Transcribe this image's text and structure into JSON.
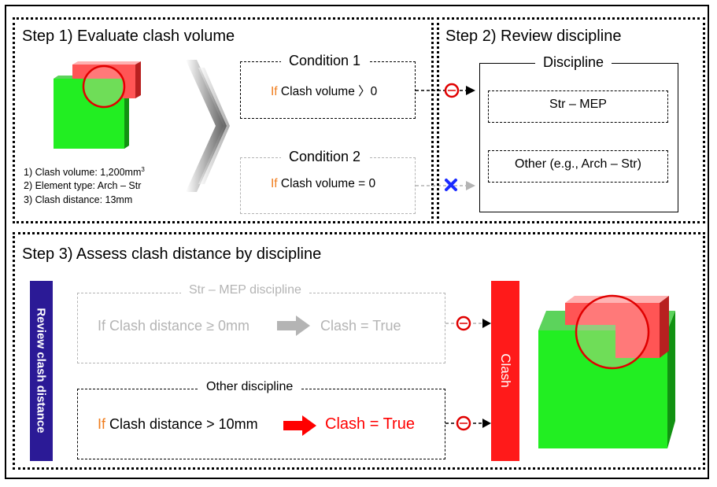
{
  "step1": {
    "title": "Step 1)  Evaluate clash volume",
    "info": [
      "1) Clash volume: 1,200mm",
      "2) Element type: Arch – Str",
      "3) Clash distance: 13mm"
    ],
    "info_sup": "3",
    "condition1": {
      "title": "Condition 1",
      "if": "If",
      "text": " Clash volume 〉0"
    },
    "condition2": {
      "title": "Condition 2",
      "if": "If",
      "text": " Clash volume = 0"
    }
  },
  "step2": {
    "title": "Step 2) Review discipline",
    "box_title": "Discipline",
    "item1": "Str – MEP",
    "item2": "Other (e.g., Arch – Str)"
  },
  "step3": {
    "title": "Step 3) Assess clash distance by discipline",
    "side_label": "Review clash distance",
    "strmep": {
      "title": "Str – MEP discipline",
      "cond": "If Clash distance ≥ 0mm",
      "result": "Clash = True"
    },
    "other": {
      "title": "Other discipline",
      "if": "If",
      "cond": " Clash distance > 10mm",
      "result": "Clash = True"
    },
    "clash_bar": "Clash"
  },
  "colors": {
    "green": "#22ee22",
    "red_block": "#ff5555",
    "clash_bar": "#ff1a1a",
    "side_bar": "#2b1a96",
    "if_orange": "#f07c1c",
    "faded": "#b4b4b4",
    "cross": "#1a2bff"
  }
}
